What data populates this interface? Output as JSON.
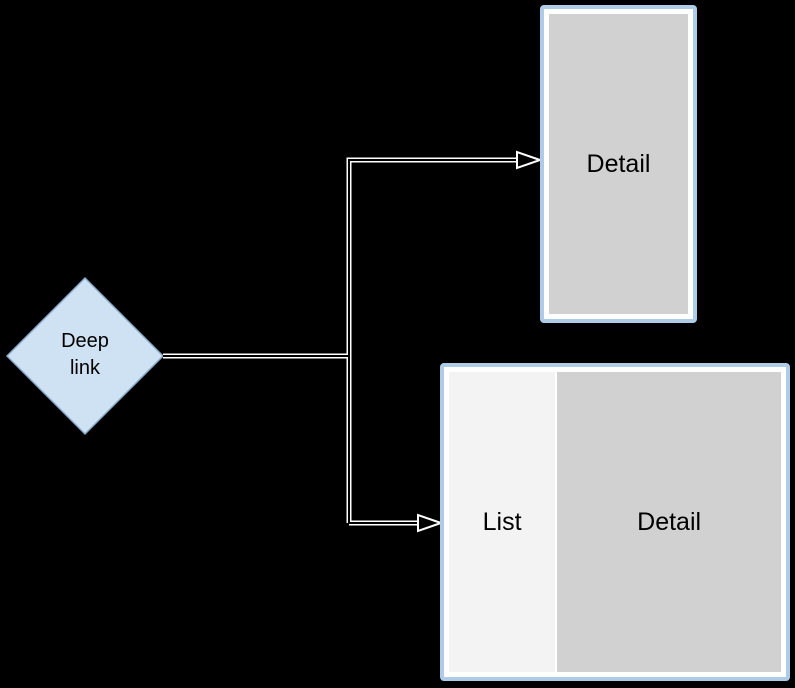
{
  "canvas": {
    "background": "#000000"
  },
  "diagram": {
    "deep_link": {
      "label": "Deep link",
      "fill": "#cfe2f3",
      "stroke": "#88a9c7"
    },
    "portrait": {
      "label": "Detail"
    },
    "split": {
      "list_label": "List",
      "detail_label": "Detail"
    },
    "colors": {
      "frame_border": "#aecbe8",
      "frame_gap": "#ffffff",
      "screen_gray": "#d1d1d1",
      "list_bg": "#f3f3f3",
      "text": "#000000",
      "connector_outline": "#ffffff",
      "arrowhead_fill": "#000000"
    }
  }
}
